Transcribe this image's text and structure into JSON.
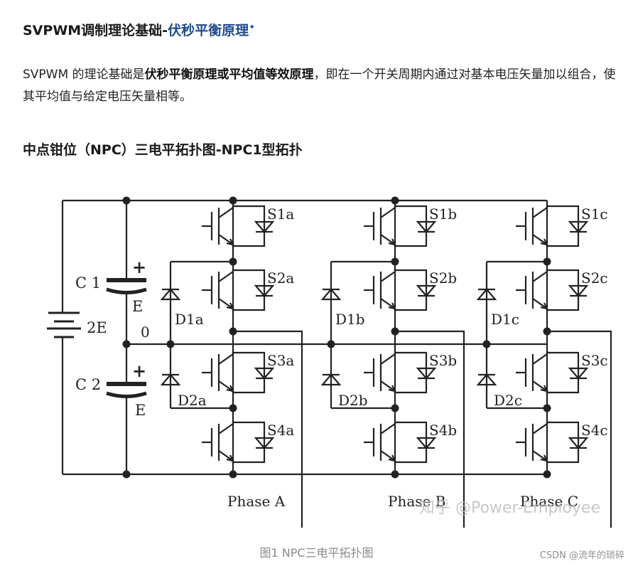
{
  "heading1": {
    "prefix": "SVPWM调制理论基础-",
    "link": "伏秒平衡原理",
    "mark": "✦"
  },
  "paragraph": {
    "p1": "SVPWM 的理论基础是",
    "bold": "伏秒平衡原理或平均值等效原理",
    "p2": "，即在一个开关周期内通过对基本电压矢量加以组合，使其平均值与给定电压矢量相等。"
  },
  "heading2": "中点钳位（NPC）三电平拓扑图-NPC1型拓扑",
  "diagram": {
    "source_label": "2E",
    "capacitors": [
      {
        "name": "C 1",
        "value": "E"
      },
      {
        "name": "C 2",
        "value": "E"
      }
    ],
    "neutral_label": "0",
    "legs": [
      {
        "phase": "Phase A",
        "switches": [
          "S1a",
          "S2a",
          "S3a",
          "S4a"
        ],
        "diodes": [
          "D1a",
          "D2a"
        ]
      },
      {
        "phase": "Phase B",
        "switches": [
          "S1b",
          "S2b",
          "S3b",
          "S4b"
        ],
        "diodes": [
          "D1b",
          "D2b"
        ]
      },
      {
        "phase": "Phase C",
        "switches": [
          "S1c",
          "S2c",
          "S3c",
          "S4c"
        ],
        "diodes": [
          "D1c",
          "D2c"
        ]
      }
    ]
  },
  "caption": "图1 NPC三电平拓扑图",
  "watermark_zhihu": "知乎 @Power-Employee",
  "watermark_csdn": "CSDN @流年的琐碎",
  "colors": {
    "link": "#1e4a8c",
    "line": "#222222",
    "caption": "#8a8a8a"
  }
}
